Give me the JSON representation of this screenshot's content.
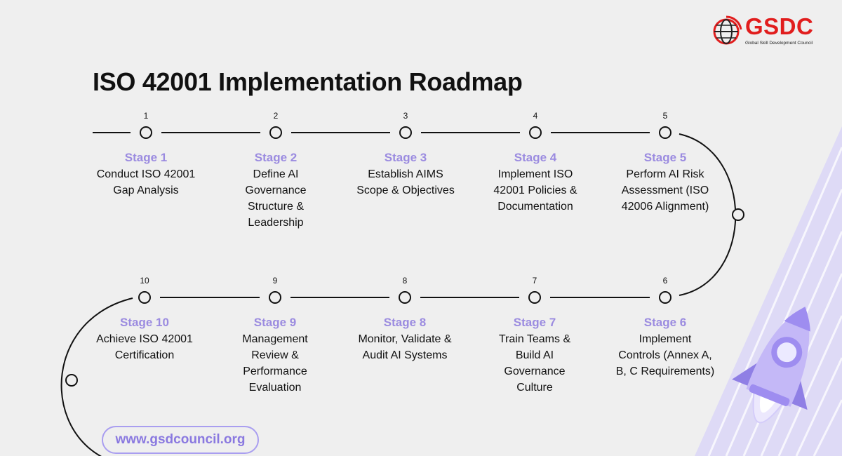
{
  "title": "ISO 42001 Implementation Roadmap",
  "logo": {
    "word": "GSDC",
    "tagline": "Global Skill Development Council"
  },
  "website": "www.gsdcouncil.org",
  "colors": {
    "accent": "#9b8be0",
    "brand_red": "#e11d1d",
    "background": "#efefef",
    "rocket": "#b8a8f5"
  },
  "stages": [
    {
      "number": "1",
      "label": "Stage 1",
      "text": [
        "Conduct ISO 42001",
        "Gap Analysis"
      ]
    },
    {
      "number": "2",
      "label": "Stage 2",
      "text": [
        "Define AI",
        "Governance",
        "Structure &",
        "Leadership"
      ]
    },
    {
      "number": "3",
      "label": "Stage 3",
      "text": [
        "Establish AIMS",
        "Scope & Objectives"
      ]
    },
    {
      "number": "4",
      "label": "Stage 4",
      "text": [
        "Implement ISO",
        "42001 Policies &",
        "Documentation"
      ]
    },
    {
      "number": "5",
      "label": "Stage 5",
      "text": [
        "Perform AI Risk",
        "Assessment (ISO",
        "42006 Alignment)"
      ]
    },
    {
      "number": "6",
      "label": "Stage 6",
      "text": [
        "Implement",
        "Controls (Annex A,",
        "B, C Requirements)"
      ]
    },
    {
      "number": "7",
      "label": "Stage 7",
      "text": [
        "Train Teams &",
        "Build AI",
        "Governance",
        "Culture"
      ]
    },
    {
      "number": "8",
      "label": "Stage 8",
      "text": [
        "Monitor, Validate &",
        "Audit AI Systems"
      ]
    },
    {
      "number": "9",
      "label": "Stage 9",
      "text": [
        "Management",
        "Review &",
        "Performance",
        "Evaluation"
      ]
    },
    {
      "number": "10",
      "label": "Stage 10",
      "text": [
        "Achieve ISO 42001",
        "Certification"
      ]
    }
  ]
}
